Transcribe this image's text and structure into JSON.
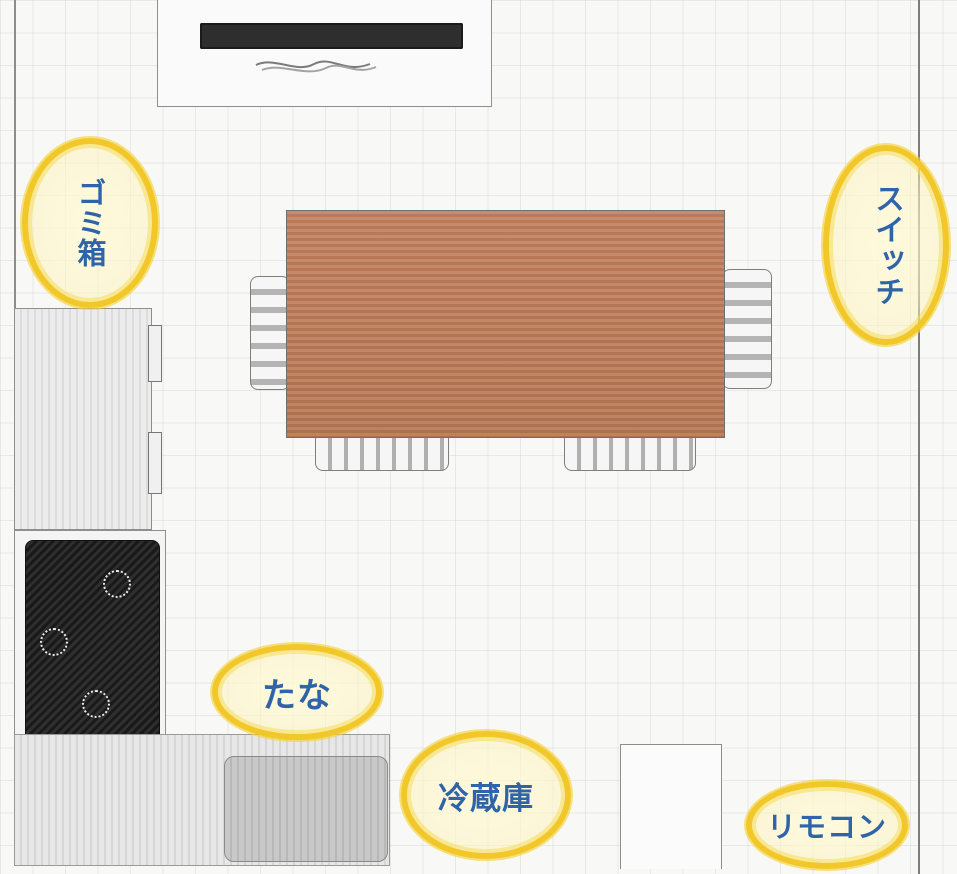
{
  "room_layout": {
    "labels": {
      "trash_box": "ゴミ箱",
      "switch": "スイッチ",
      "shelf": "たな",
      "fridge": "冷蔵庫",
      "remote": "リモコン"
    },
    "colors": {
      "label_text": "#2f64a8",
      "label_circle": "#f1c72a",
      "table": "#b9795a",
      "stove": "#1e1e1e"
    }
  }
}
